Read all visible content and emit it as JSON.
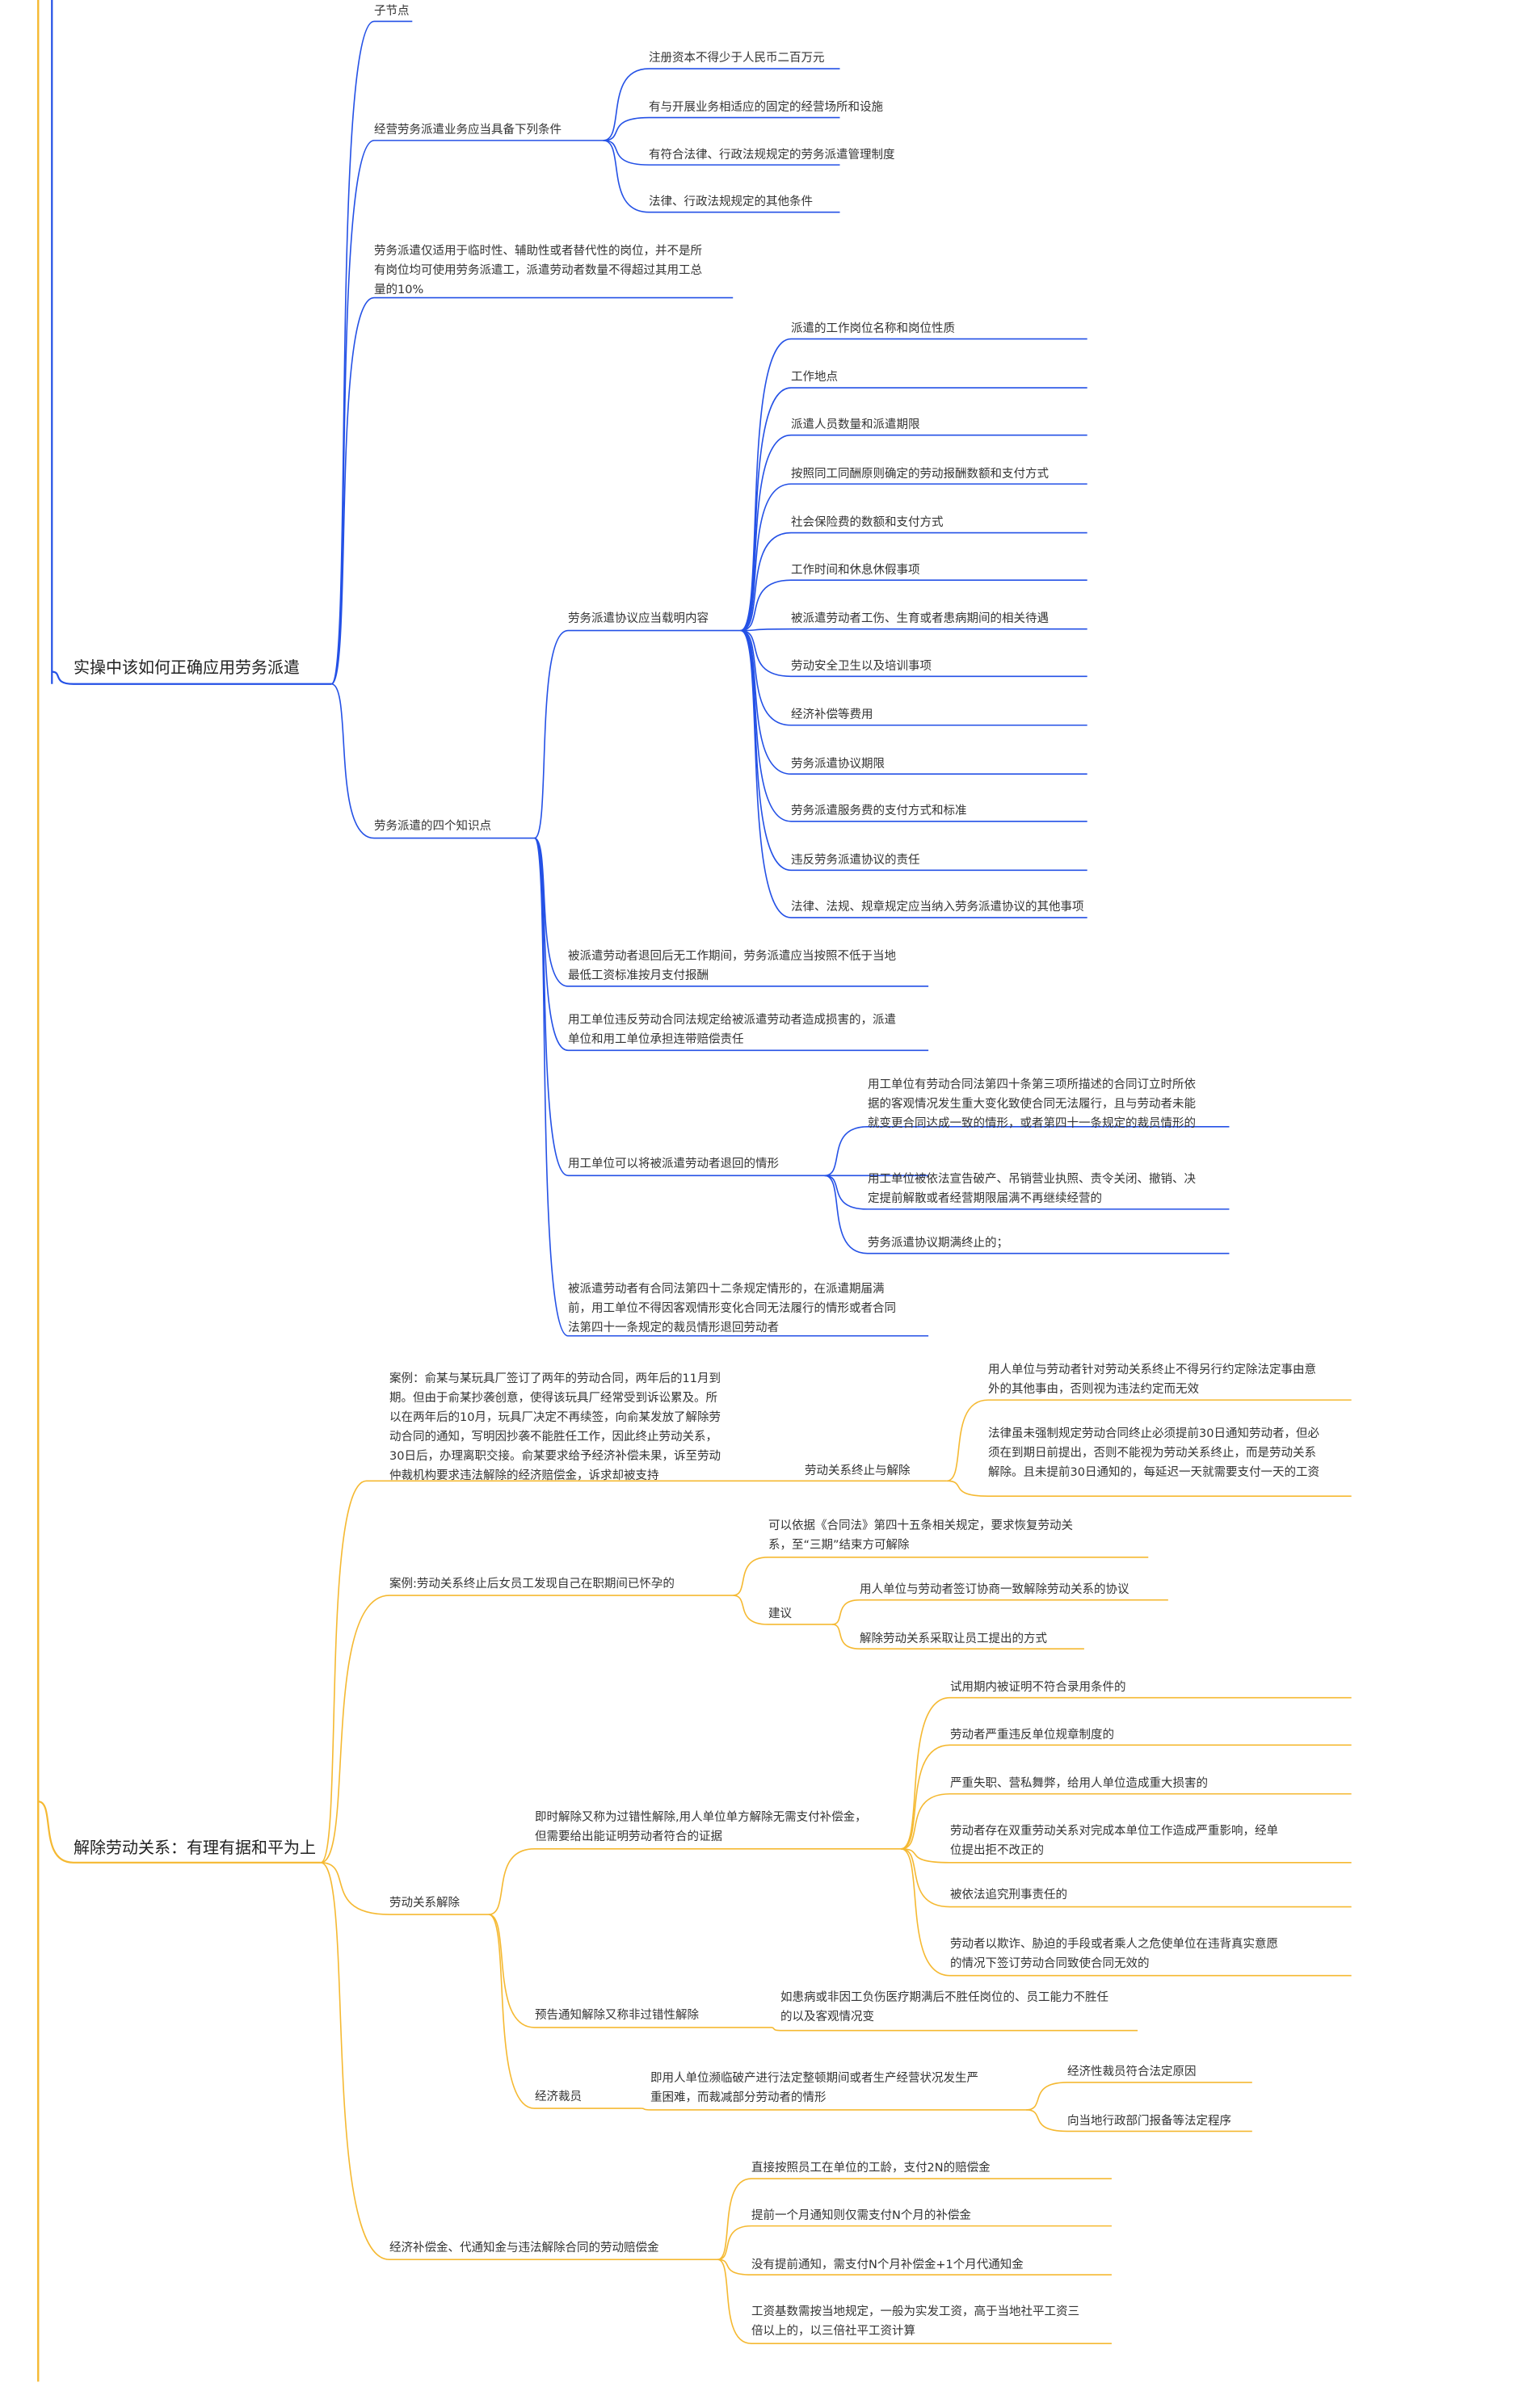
{
  "colors": {
    "blue_branch": "#2451e6",
    "orange_branch": "#f5b932",
    "text": "#333333"
  },
  "mindmap": {
    "branch_dispatch": {
      "title": "实操中该如何正确应用劳务派遣",
      "child_node": "子节点",
      "conditions": {
        "label": "经营劳务派遣业务应当具备下列条件",
        "items": [
          "注册资本不得少于人民币二百万元",
          "有与开展业务相适应的固定的经营场所和设施",
          "有符合法律、行政法规规定的劳务派遣管理制度",
          "法律、行政法规规定的其他条件"
        ]
      },
      "scope": "劳务派遣仅适用于临时性、辅助性或者替代性的岗位，并不是所\n有岗位均可使用劳务派遣工，派遣劳动者数量不得超过其用工总\n量的10%",
      "four_points": {
        "label": "劳务派遣的四个知识点",
        "agreement": {
          "label": "劳务派遣协议应当载明内容",
          "items": [
            "派遣的工作岗位名称和岗位性质",
            "工作地点",
            "派遣人员数量和派遣期限",
            "按照同工同酬原则确定的劳动报酬数额和支付方式",
            "社会保险费的数额和支付方式",
            "工作时间和休息休假事项",
            "被派遣劳动者工伤、生育或者患病期间的相关待遇",
            "劳动安全卫生以及培训事项",
            "经济补偿等费用",
            "劳务派遣协议期限",
            "劳务派遣服务费的支付方式和标准",
            "违反劳务派遣协议的责任",
            "法律、法规、规章规定应当纳入劳务派遣协议的其他事项"
          ]
        },
        "idle_pay": "被派遣劳动者退回后无工作期间，劳务派遣应当按照不低于当地\n最低工资标准按月支付报酬",
        "joint_liability": "用工单位违反劳动合同法规定给被派遣劳动者造成损害的，派遣\n单位和用工单位承担连带赔偿责任",
        "return": {
          "label": "用工单位可以将被派遣劳动者退回的情形",
          "items": [
            "用工单位有劳动合同法第四十条第三项所描述的合同订立时所依\n据的客观情况发生重大变化致使合同无法履行，且与劳动者未能\n就变更合同达成一致的情形，或者第四十一条规定的裁员情形的",
            "用工单位被依法宣告破产、吊销营业执照、责令关闭、撤销、决\n定提前解散或者经营期限届满不再继续经营的",
            "劳务派遣协议期满终止的；"
          ]
        },
        "no_return": "被派遣劳动者有合同法第四十二条规定情形的，在派遣期届满\n前，用工单位不得因客观情形变化合同无法履行的情形或者合同\n法第四十一条规定的裁员情形退回劳动者"
      }
    },
    "branch_termination": {
      "title": "解除劳动关系：有理有据和平为上",
      "case_text": "案例：俞某与某玩具厂签订了两年的劳动合同，两年后的11月到\n期。但由于俞某抄袭创意，使得该玩具厂经常受到诉讼累及。所\n以在两年后的10月，玩具厂决定不再续签，向俞某发放了解除劳\n动合同的通知，写明因抄袭不能胜任工作，因此终止劳动关系，\n30日后，办理离职交接。俞某要求给予经济补偿未果，诉至劳动\n仲裁机构要求违法解除的经济赔偿金，诉求却被支持",
      "termination_end": {
        "label": "劳动关系终止与解除",
        "items": [
          "用人单位与劳动者针对劳动关系终止不得另行约定除法定事由意\n外的其他事由，否则视为违法约定而无效",
          "法律虽未强制规定劳动合同终止必须提前30日通知劳动者，但必\n须在到期日前提出，否则不能视为劳动关系终止，而是劳动关系\n解除。且未提前30日通知的，每延迟一天就需要支付一天的工资"
        ]
      },
      "pregnancy": {
        "label": "案例:劳动关系终止后女员工发现自己在职期间已怀孕的",
        "option1": "可以依据《合同法》第四十五条相关规定，要求恢复劳动关\n系，至“三期”结束方可解除",
        "suggest": {
          "label": "建议",
          "items": [
            "用人单位与劳动者签订协商一致解除劳动关系的协议",
            "解除劳动关系采取让员工提出的方式"
          ]
        }
      },
      "dismissal": {
        "label": "劳动关系解除",
        "immediate": {
          "label": "即时解除又称为过错性解除,用人单位单方解除无需支付补偿金，\n但需要给出能证明劳动者符合的证据",
          "items": [
            "试用期内被证明不符合录用条件的",
            "劳动者严重违反单位规章制度的",
            "严重失职、营私舞弊，给用人单位造成重大损害的",
            "劳动者存在双重劳动关系对完成本单位工作造成严重影响，经单\n位提出拒不改正的",
            "被依法追究刑事责任的",
            "劳动者以欺诈、胁迫的手段或者乘人之危使单位在违背真实意愿\n的情况下签订劳动合同致使合同无效的"
          ]
        },
        "notice": {
          "label": "预告通知解除又称非过错性解除",
          "detail": "如患病或非因工负伤医疗期满后不胜任岗位的、员工能力不胜任\n的以及客观情况变"
        },
        "layoff": {
          "label": "经济裁员",
          "detail": "即用人单位濒临破产进行法定整顿期间或者生产经营状况发生严\n重困难，而裁减部分劳动者的情形",
          "items": [
            "经济性裁员符合法定原因",
            "向当地行政部门报备等法定程序"
          ]
        }
      },
      "compensation": {
        "label": "经济补偿金、代通知金与违法解除合同的劳动赔偿金",
        "items": [
          "直接按照员工在单位的工龄，支付2N的赔偿金",
          "提前一个月通知则仅需支付N个月的补偿金",
          "没有提前通知，需支付N个月补偿金+1个月代通知金",
          "工资基数需按当地规定，一般为实发工资，高于当地社平工资三\n倍以上的，以三倍社平工资计算"
        ]
      }
    }
  }
}
